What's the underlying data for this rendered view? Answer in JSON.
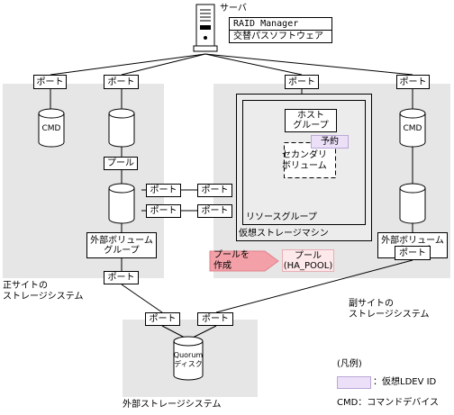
{
  "server": {
    "label": "サーバ",
    "software": [
      "RAID Manager",
      "交替パスソフトウェア"
    ]
  },
  "port_label": "ポート",
  "primary_site": {
    "label": "正サイトの\nストレージシステム",
    "cmd": "CMD",
    "pool": "プール",
    "external_volume_group": "外部ボリューム\nグループ"
  },
  "virtual_storage": {
    "label": "仮想ストレージマシン",
    "resource_group": "リソースグループ",
    "host_group": "ホスト\nグループ",
    "reserved": "予約",
    "secondary_volume": "セカンダリ\nボリューム"
  },
  "secondary_site": {
    "label": "副サイトの\nストレージシステム",
    "cmd": "CMD",
    "external_volume_group": "外部ボリューム\nグループ"
  },
  "callout": {
    "text": "プールを\n作成",
    "pool_box": "プール\n(HA_POOL)"
  },
  "external_storage": {
    "label": "外部ストレージシステム",
    "quorum": "Quorum\nディスク"
  },
  "legend": {
    "title": "(凡例)",
    "virtual_ldev": "：仮想LDEV ID",
    "cmd_def": "CMD：コマンドデバイス"
  },
  "colors": {
    "site_fill": "#e6e6e6",
    "legend_fill": "#ece0f8",
    "callout_fill": "#f4a0a8",
    "pool_fill": "#fde8ea"
  }
}
